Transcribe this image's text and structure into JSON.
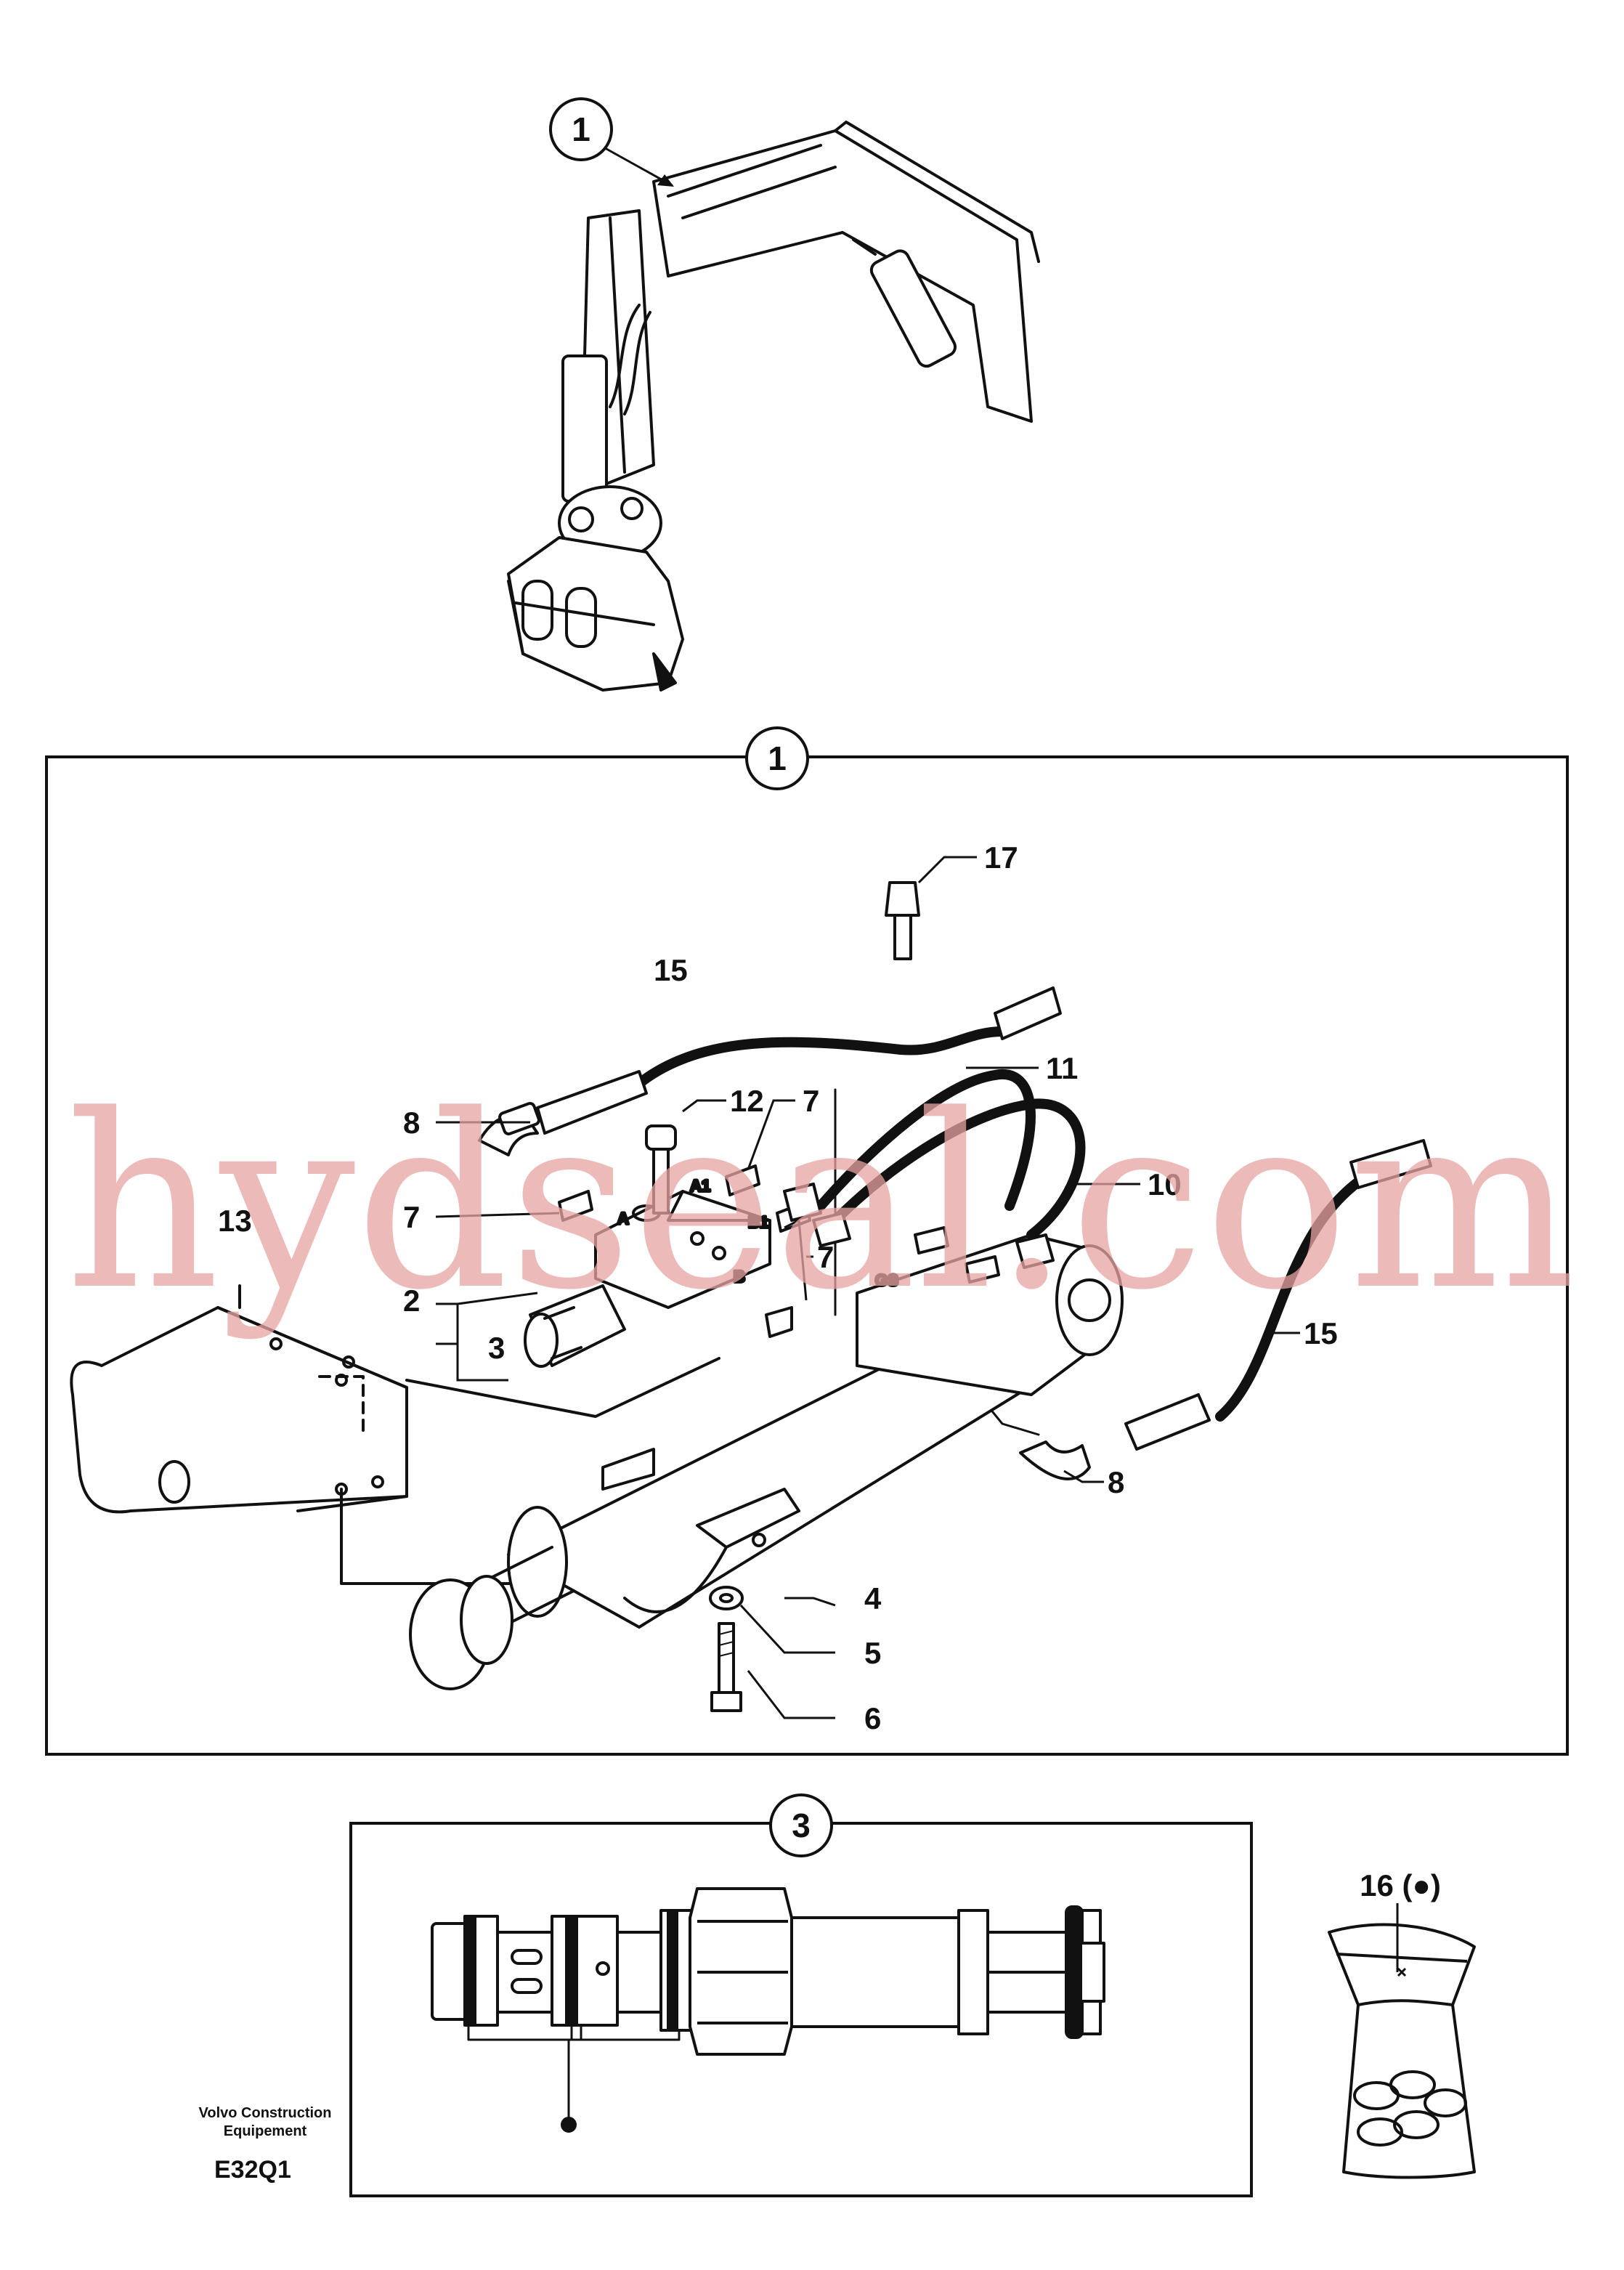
{
  "callouts": {
    "top": "1",
    "panel_main": "1",
    "panel_detail": "3",
    "n2": "2",
    "n3": "3",
    "n4": "4",
    "n5": "5",
    "n6": "6",
    "n7a": "7",
    "n7b": "7",
    "n7c": "7",
    "n8a": "8",
    "n8b": "8",
    "n10": "10",
    "n11": "11",
    "n12": "12",
    "n13": "13",
    "n15a": "15",
    "n15b": "15",
    "n16": "16 (●)",
    "n17": "17"
  },
  "ports": {
    "A": "A",
    "A1": "A1",
    "B1": "B1",
    "B": "B",
    "GS": "GS"
  },
  "footer": {
    "company_line1": "Volvo Construction",
    "company_line2": "Equipement",
    "code": "E32Q1"
  },
  "watermark": "hydseal.com",
  "colors": {
    "line": "#111111",
    "watermark": "#e8a3a3",
    "background": "#ffffff"
  }
}
